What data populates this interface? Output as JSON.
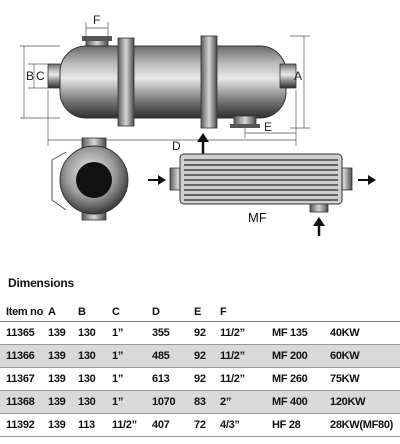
{
  "drawing": {
    "dimension_labels": {
      "F": "F",
      "C": "C",
      "B": "B",
      "A": "A",
      "D": "D",
      "E": "E"
    },
    "model_label": "MF",
    "colors": {
      "metal_dark": "#3a3a3a",
      "metal_light": "#d8d8d8",
      "line": "#444444"
    }
  },
  "table": {
    "title": "Dimensions",
    "headers": [
      "Item no",
      "A",
      "B",
      "C",
      "D",
      "E",
      "F",
      "",
      ""
    ],
    "rows": [
      [
        "11365",
        "139",
        "130",
        "1”",
        "355",
        "92",
        "11/2”",
        "MF 135",
        "40KW"
      ],
      [
        "11366",
        "139",
        "130",
        "1”",
        "485",
        "92",
        "11/2”",
        "MF 200",
        "60KW"
      ],
      [
        "11367",
        "139",
        "130",
        "1”",
        "613",
        "92",
        "11/2”",
        "MF 260",
        "75KW"
      ],
      [
        "11368",
        "139",
        "130",
        "1”",
        "1070",
        "83",
        "2”",
        "MF 400",
        "120KW"
      ],
      [
        "11392",
        "139",
        "113",
        "11/2”",
        "407",
        "72",
        "4/3”",
        "HF 28",
        "28KW(MF80)"
      ]
    ]
  }
}
